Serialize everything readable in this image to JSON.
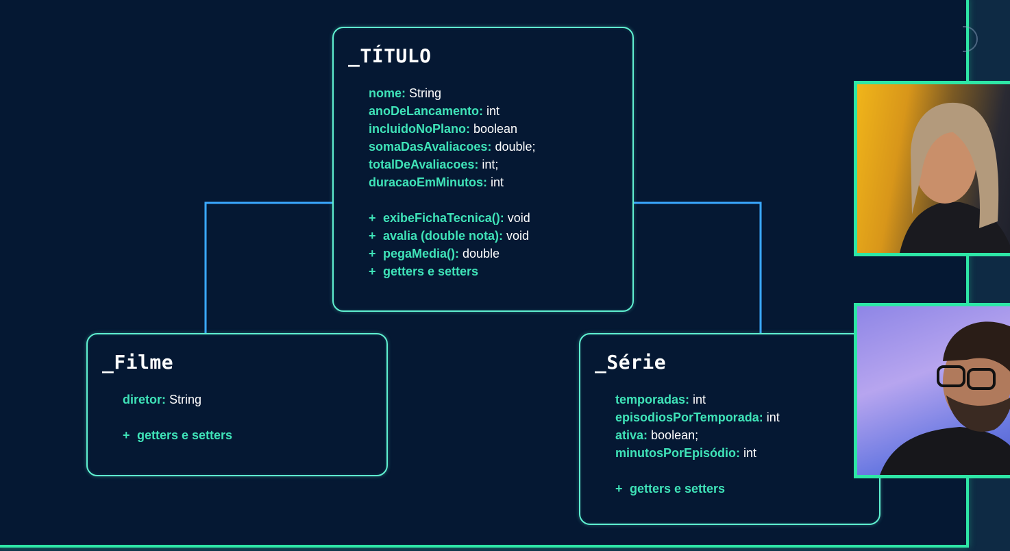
{
  "titulo": {
    "title": "_TÍTULO",
    "members": [
      {
        "kind": "attr",
        "name": "nome:",
        "type": " String"
      },
      {
        "kind": "attr",
        "name": "anoDeLancamento:",
        "type": " int"
      },
      {
        "kind": "attr",
        "name": "incluidoNoPlano:",
        "type": " boolean"
      },
      {
        "kind": "attr",
        "name": "somaDasAvaliacoes:",
        "type": " double;"
      },
      {
        "kind": "attr",
        "name": "totalDeAvaliacoes:",
        "type": " int;"
      },
      {
        "kind": "attr",
        "name": "duracaoEmMinutos:",
        "type": " int"
      },
      {
        "kind": "spacer"
      },
      {
        "kind": "method",
        "plus": "+",
        "name": "exibeFichaTecnica():",
        "type": " void"
      },
      {
        "kind": "method",
        "plus": "+",
        "name": "avalia (double nota):",
        "type": " void"
      },
      {
        "kind": "method",
        "plus": "+",
        "name": "pegaMedia():",
        "type": " double"
      },
      {
        "kind": "method",
        "plus": "+",
        "name": "getters e setters",
        "type": ""
      }
    ]
  },
  "filme": {
    "title": "_Filme",
    "members": [
      {
        "kind": "attr",
        "name": "diretor:",
        "type": " String"
      },
      {
        "kind": "spacer"
      },
      {
        "kind": "method",
        "plus": "+",
        "name": "getters e setters",
        "type": ""
      }
    ]
  },
  "serie": {
    "title": "_Série",
    "members": [
      {
        "kind": "attr",
        "name": "temporadas:",
        "type": " int"
      },
      {
        "kind": "attr",
        "name": "episodiosPorTemporada:",
        "type": " int"
      },
      {
        "kind": "attr",
        "name": "ativa:",
        "type": " boolean;"
      },
      {
        "kind": "attr",
        "name": "minutosPorEpisódio:",
        "type": " int"
      },
      {
        "kind": "spacer"
      },
      {
        "kind": "method",
        "plus": "+",
        "name": "getters e setters",
        "type": ""
      }
    ]
  },
  "colors": {
    "accent": "#2ee6a6",
    "member_name": "#3fe3b8",
    "connector": "#3aa8ff",
    "background": "#051833"
  }
}
